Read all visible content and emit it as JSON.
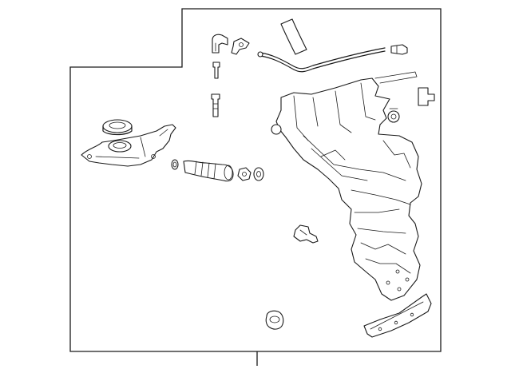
{
  "diagram": {
    "parts": [
      {
        "id": "reservoir-cap",
        "icon": "cap-icon"
      },
      {
        "id": "washer-reservoir",
        "icon": "reservoir-icon"
      },
      {
        "id": "filler-neck-hose",
        "icon": "hose-icon"
      },
      {
        "id": "hose-clamp",
        "icon": "clamp-icon"
      },
      {
        "id": "nut",
        "icon": "nut-icon"
      },
      {
        "id": "washer",
        "icon": "washer-icon"
      },
      {
        "id": "elbow-connector",
        "icon": "elbow-icon"
      },
      {
        "id": "check-valve",
        "icon": "valve-icon"
      },
      {
        "id": "nozzle-connector",
        "icon": "connector-icon"
      },
      {
        "id": "bolt",
        "icon": "bolt-icon"
      },
      {
        "id": "weatherstrip",
        "icon": "weatherstrip-icon"
      },
      {
        "id": "washer-tube",
        "icon": "tube-icon"
      },
      {
        "id": "side-clip",
        "icon": "clip-icon"
      },
      {
        "id": "grommet",
        "icon": "grommet-icon"
      },
      {
        "id": "quarter-inner-panel",
        "icon": "panel-icon"
      },
      {
        "id": "push-pin-clip",
        "icon": "pin-icon"
      },
      {
        "id": "rubber-plug",
        "icon": "plug-icon"
      },
      {
        "id": "reinforcement-bracket",
        "icon": "bracket-icon"
      }
    ]
  }
}
